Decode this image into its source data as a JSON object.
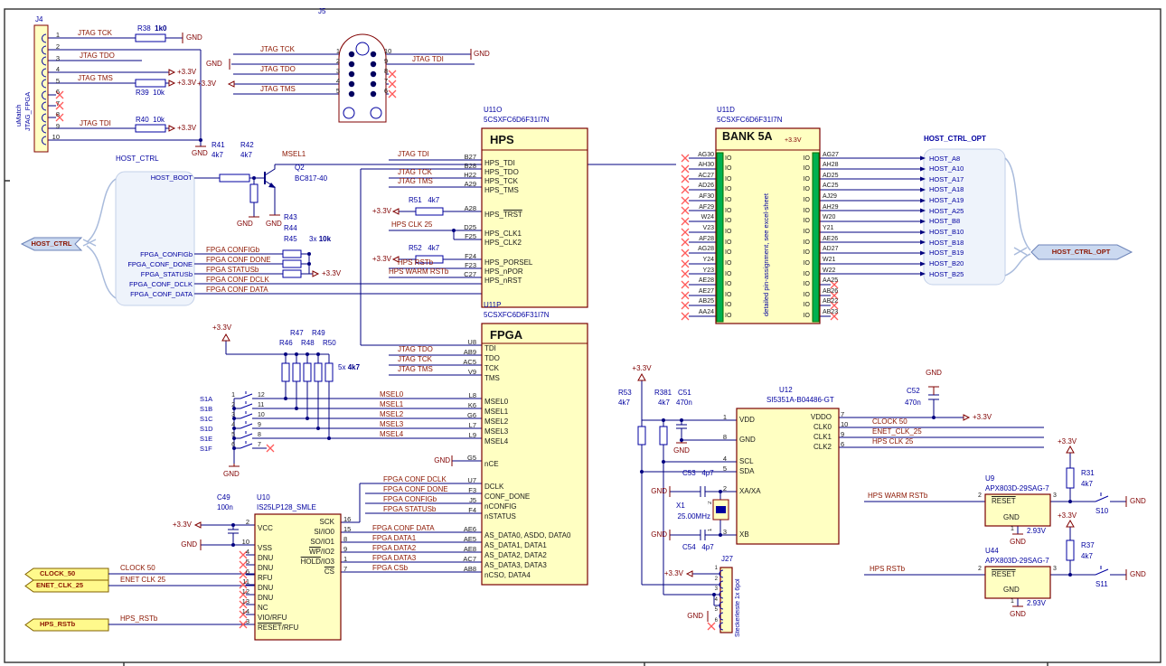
{
  "sym": {
    "gnd": "GND",
    "v33": "+3.3V"
  },
  "colors": {
    "wire": "#000080",
    "symbol": "#800000",
    "ic_fill": "#FFFFC2",
    "pin_bar_green": "#00B050",
    "net_label": "#8B1500",
    "designator": "#0000A0"
  },
  "j4": {
    "ref": "J4",
    "side1": "uMatch",
    "side2": "JTAG_FPGA",
    "pins": [
      "1",
      "2",
      "3",
      "4",
      "5",
      "6",
      "7",
      "8",
      "9",
      "10"
    ],
    "net1": "JTAG TCK",
    "net3": "JTAG TDO",
    "net5": "JTAG TMS",
    "net9": "JTAG TDI",
    "r38": {
      "ref": "R38",
      "val": "1k0"
    },
    "r39": {
      "ref": "R39",
      "val": "10k"
    },
    "r40": {
      "ref": "R40",
      "val": "10k"
    }
  },
  "j5": {
    "ref": "J5",
    "left_pins": [
      "1",
      "2",
      "3",
      "4",
      "5"
    ],
    "right_pins": [
      "10",
      "9",
      "8",
      "7",
      "6"
    ],
    "net_tck": "JTAG TCK",
    "net_tdo": "JTAG TDO",
    "net_tms": "JTAG TMS",
    "net_tdi": "JTAG TDI"
  },
  "hps": {
    "ref": "U11O",
    "part": "5CSXFC6D6F31I7N",
    "title": "HPS",
    "rows": [
      {
        "pad": "B27",
        "pre": "HPS_TDI"
      },
      {
        "pad": "B28",
        "pre": "HPS_TDO"
      },
      {
        "pad": "H22",
        "pre": "HPS_TCK"
      },
      {
        "pad": "A29",
        "pre": "HPS_TMS"
      },
      {
        "pad": "A28",
        "pre": "HPS_",
        "ov": "TRST"
      },
      {
        "pad": "D25",
        "pre": "HPS_CLK1"
      },
      {
        "pad": "F25",
        "pre": "HPS_CLK2"
      },
      {
        "pad": "F24",
        "pre": "HPS_PORSEL"
      },
      {
        "pad": "F23",
        "pre": "HPS_nPOR"
      },
      {
        "pad": "C27",
        "pre": "HPS_nRST"
      }
    ],
    "net_tdi": "JTAG TDI",
    "net_tck": "JTAG TCK",
    "net_tms": "JTAG TMS",
    "net_clk": "HPS CLK 25",
    "net_rst": "HPS RSTb",
    "net_wrst": "HPS WARM RSTb",
    "r51": {
      "ref": "R51",
      "val": "4k7"
    },
    "r52": {
      "ref": "R52",
      "val": "4k7"
    }
  },
  "fpga": {
    "ref": "U11P",
    "part": "5CSXFC6D6F31I7N",
    "title": "FPGA",
    "rows": [
      {
        "pad": "U8",
        "pre": "TDI"
      },
      {
        "pad": "AB9",
        "pre": "TDO"
      },
      {
        "pad": "AC5",
        "pre": "TCK"
      },
      {
        "pad": "V9",
        "pre": "TMS"
      },
      {
        "pad": "L8",
        "pre": "MSEL0"
      },
      {
        "pad": "K6",
        "pre": "MSEL1"
      },
      {
        "pad": "G6",
        "pre": "MSEL2"
      },
      {
        "pad": "L7",
        "pre": "MSEL3"
      },
      {
        "pad": "L9",
        "pre": "MSEL4"
      },
      {
        "pad": "G5",
        "pre": "nCE"
      },
      {
        "pad": "U7",
        "pre": "DCLK"
      },
      {
        "pad": "F3",
        "pre": "CONF_DONE"
      },
      {
        "pad": "J5",
        "pre": "nCONFIG"
      },
      {
        "pad": "F4",
        "pre": "nSTATUS"
      },
      {
        "pad": "AE6",
        "pre": "AS_DATA0, ASDO, DATA0"
      },
      {
        "pad": "AE5",
        "pre": "AS_DATA1, DATA1"
      },
      {
        "pad": "AE8",
        "pre": "AS_DATA2, DATA2"
      },
      {
        "pad": "AC7",
        "pre": "AS_DATA3, DATA3"
      },
      {
        "pad": "AB8",
        "pre": "nCSO, DATA4"
      }
    ],
    "net_tdo": "JTAG TDO",
    "net_tck": "JTAG TCK",
    "net_tms": "JTAG TMS",
    "msel": [
      "MSEL0",
      "MSEL1",
      "MSEL2",
      "MSEL3",
      "MSEL4"
    ],
    "conf_labels": [
      "FPGA CONF DCLK",
      "FPGA CONF DONE",
      "FPGA CONFIGb",
      "FPGA STATUSb"
    ],
    "data_labels": [
      "FPGA CONF DATA",
      "FPGA DATA1",
      "FPGA DATA2",
      "FPGA DATA3",
      "FPGA CSb"
    ]
  },
  "u10": {
    "ref": "U10",
    "part": "IS25LP128_SMLE",
    "c49": {
      "ref": "C49",
      "val": "100n"
    },
    "left": [
      {
        "num": "2",
        "pre": "VCC"
      },
      {
        "num": "10",
        "pre": "VSS"
      },
      {
        "num": "4",
        "pre": "DNU"
      },
      {
        "num": "5",
        "pre": "DNU"
      },
      {
        "num": "6",
        "pre": "RFU"
      },
      {
        "num": "11",
        "pre": "DNU"
      },
      {
        "num": "12",
        "pre": "DNU"
      },
      {
        "num": "13",
        "pre": "NC"
      },
      {
        "num": "14",
        "pre": "VIO/RFU"
      },
      {
        "num": "3",
        "ov": "RESET",
        "post": "/RFU"
      }
    ],
    "right": [
      {
        "num": "16",
        "pre": "SCK"
      },
      {
        "num": "15",
        "pre": "SI/IO0"
      },
      {
        "num": "8",
        "pre": "SO/IO1"
      },
      {
        "num": "9",
        "ov": "WP",
        "post": "/IO2"
      },
      {
        "num": "1",
        "ov": "HOLD",
        "post": "/IO3"
      },
      {
        "num": "7",
        "ov": "CS"
      }
    ]
  },
  "bank": {
    "ref": "U11D",
    "part": "5CSXFC6D6F31I7N",
    "title": "BANK 5A",
    "v33": "+3.3V",
    "io": "IO",
    "note": "detailed pin-assignment, see excel-sheet",
    "left": [
      "AG30",
      "AH30",
      "AC27",
      "AD26",
      "AF30",
      "AF29",
      "W24",
      "V23",
      "AF28",
      "AG28",
      "Y24",
      "Y23",
      "AE28",
      "AE27",
      "AB25",
      "AA24"
    ],
    "right": [
      "AG27",
      "AH28",
      "AD25",
      "AC25",
      "AJ29",
      "AH29",
      "W20",
      "Y21",
      "AE26",
      "AD27",
      "W21",
      "W22",
      "AA25",
      "AB26",
      "AB22",
      "AB23"
    ],
    "hosts": [
      "HOST_A8",
      "HOST_A10",
      "HOST_A17",
      "HOST_A18",
      "HOST_A19",
      "HOST_A25",
      "HOST_B8",
      "HOST_B10",
      "HOST_B18",
      "HOST_B19",
      "HOST_B20",
      "HOST_B25"
    ]
  },
  "hco": {
    "title": "HOST_CTRL_OPT",
    "port": "HOST_CTRL_OPT"
  },
  "hc": {
    "title": "HOST_CTRL",
    "port": "HOST_CTRL",
    "boot": "HOST_BOOT",
    "msel1": "MSEL1",
    "sigs": [
      "FPGA_CONFIGb",
      "FPGA_CONF_DONE",
      "FPGA_STATUSb",
      "FPGA_CONF_DCLK",
      "FPGA_CONF_DATA"
    ],
    "wire_labels": [
      "FPGA CONFIGb",
      "FPGA CONF DONE",
      "FPGA STATUSb",
      "FPGA CONF DCLK",
      "FPGA CONF DATA"
    ],
    "r41": {
      "ref": "R41",
      "val": "4k7"
    },
    "r42": {
      "ref": "R42",
      "val": "4k7"
    },
    "r43": "R43",
    "r44": "R44",
    "r45": "R45",
    "mult": "3x",
    "multval": "10k",
    "q2": {
      "ref": "Q2",
      "part": "BC817-40"
    }
  },
  "sw": {
    "labels": [
      "S1A",
      "S1B",
      "S1C",
      "S1D",
      "S1E",
      "S1F"
    ],
    "lnums": [
      "1",
      "2",
      "3",
      "4",
      "5",
      "6"
    ],
    "rnums": [
      "12",
      "11",
      "10",
      "9",
      "8",
      "7"
    ],
    "r46": "R46",
    "r47": "R47",
    "r48": "R48",
    "r49": "R49",
    "r50": "R50",
    "mult": "5x",
    "multval": "4k7"
  },
  "ports": {
    "clock": "CLOCK_50",
    "enet": "ENET_CLK_25",
    "hps_rst": "HPS_RSTb",
    "clock_net": "CLOCK 50",
    "enet_net": "ENET CLK 25",
    "hps_rst_net": "HPS_RSTb"
  },
  "u12": {
    "ref": "U12",
    "part": "SI5351A-B04486-GT",
    "left": [
      {
        "num": "1",
        "pre": "VDD"
      },
      {
        "num": "8",
        "pre": "GND"
      },
      {
        "num": "4",
        "pre": "SCL"
      },
      {
        "num": "5",
        "pre": "SDA"
      },
      {
        "num": "2",
        "pre": "XA/XA"
      },
      {
        "num": "3",
        "pre": "XB"
      }
    ],
    "right": [
      {
        "num": "7",
        "pre": "VDDO"
      },
      {
        "num": "10",
        "pre": "CLK0"
      },
      {
        "num": "9",
        "pre": "CLK1"
      },
      {
        "num": "6",
        "pre": "CLK2"
      }
    ],
    "r53": {
      "ref": "R53",
      "val": "4k7"
    },
    "r381": {
      "ref": "R381",
      "val": "4k7"
    },
    "c51": {
      "ref": "C51",
      "val": "470n"
    },
    "c52": {
      "ref": "C52",
      "val": "470n"
    },
    "c53": {
      "ref": "C53",
      "val": "4p7"
    },
    "c54": {
      "ref": "C54",
      "val": "4p7"
    },
    "x1": {
      "ref": "X1",
      "val": "25.00MHz",
      "p1": "1",
      "p2": "2"
    },
    "net_clk0": "CLOCK 50",
    "net_clk1": "ENET_CLK_25",
    "net_clk2": "HPS CLK 25"
  },
  "j27": {
    "ref": "J27",
    "part": "Steckerleiste 1x 6pol",
    "pins": [
      "1",
      "2",
      "3",
      "4",
      "5",
      "6"
    ]
  },
  "u9": {
    "ref": "U9",
    "part": "APX803D-29SAG-7",
    "reset": "RESET",
    "gnd": "GND",
    "n1": "1",
    "n2": "2",
    "n3": "3",
    "v": "2.93V",
    "r31": {
      "ref": "R31",
      "val": "4k7"
    },
    "s10": "S10",
    "net": "HPS WARM RSTb"
  },
  "u44": {
    "ref": "U44",
    "part": "APX803D-29SAG-7",
    "reset": "RESET",
    "gnd": "GND",
    "n1": "1",
    "n2": "2",
    "n3": "3",
    "v": "2.93V",
    "r37": {
      "ref": "R37",
      "val": "4k7"
    },
    "s11": "S11",
    "net": "HPS RSTb"
  }
}
